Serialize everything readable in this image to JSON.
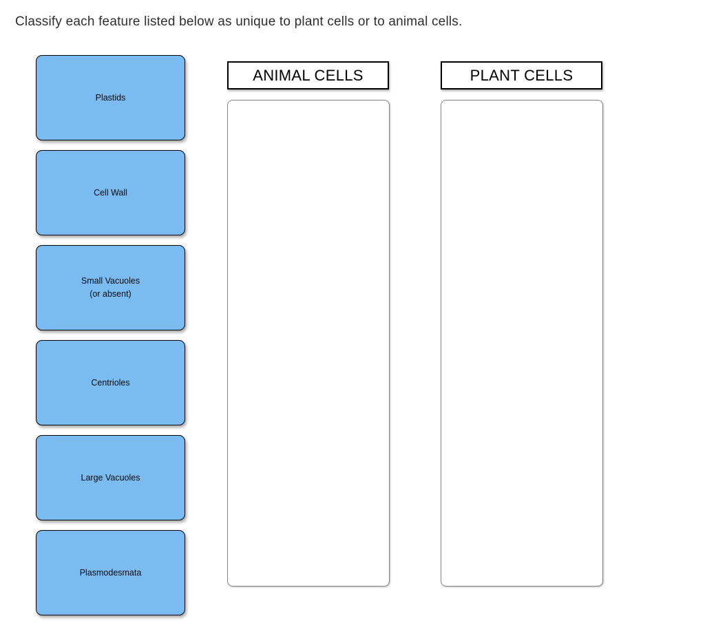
{
  "instruction": "Classify each feature listed below as unique to plant cells or to animal cells.",
  "cards": [
    {
      "label": "Plastids"
    },
    {
      "label": "Cell Wall"
    },
    {
      "label": "Small Vacuoles\n(or absent)"
    },
    {
      "label": "Centrioles"
    },
    {
      "label": "Large Vacuoles"
    },
    {
      "label": "Plasmodesmata"
    }
  ],
  "columns": {
    "animal": {
      "header": "ANIMAL CELLS"
    },
    "plant": {
      "header": "PLANT CELLS"
    }
  },
  "colors": {
    "card_fill": "#7abcf2",
    "card_border": "#000000",
    "header_border": "#000000",
    "drop_zone_border": "#858585",
    "instruction_text": "#2e2e2e"
  }
}
